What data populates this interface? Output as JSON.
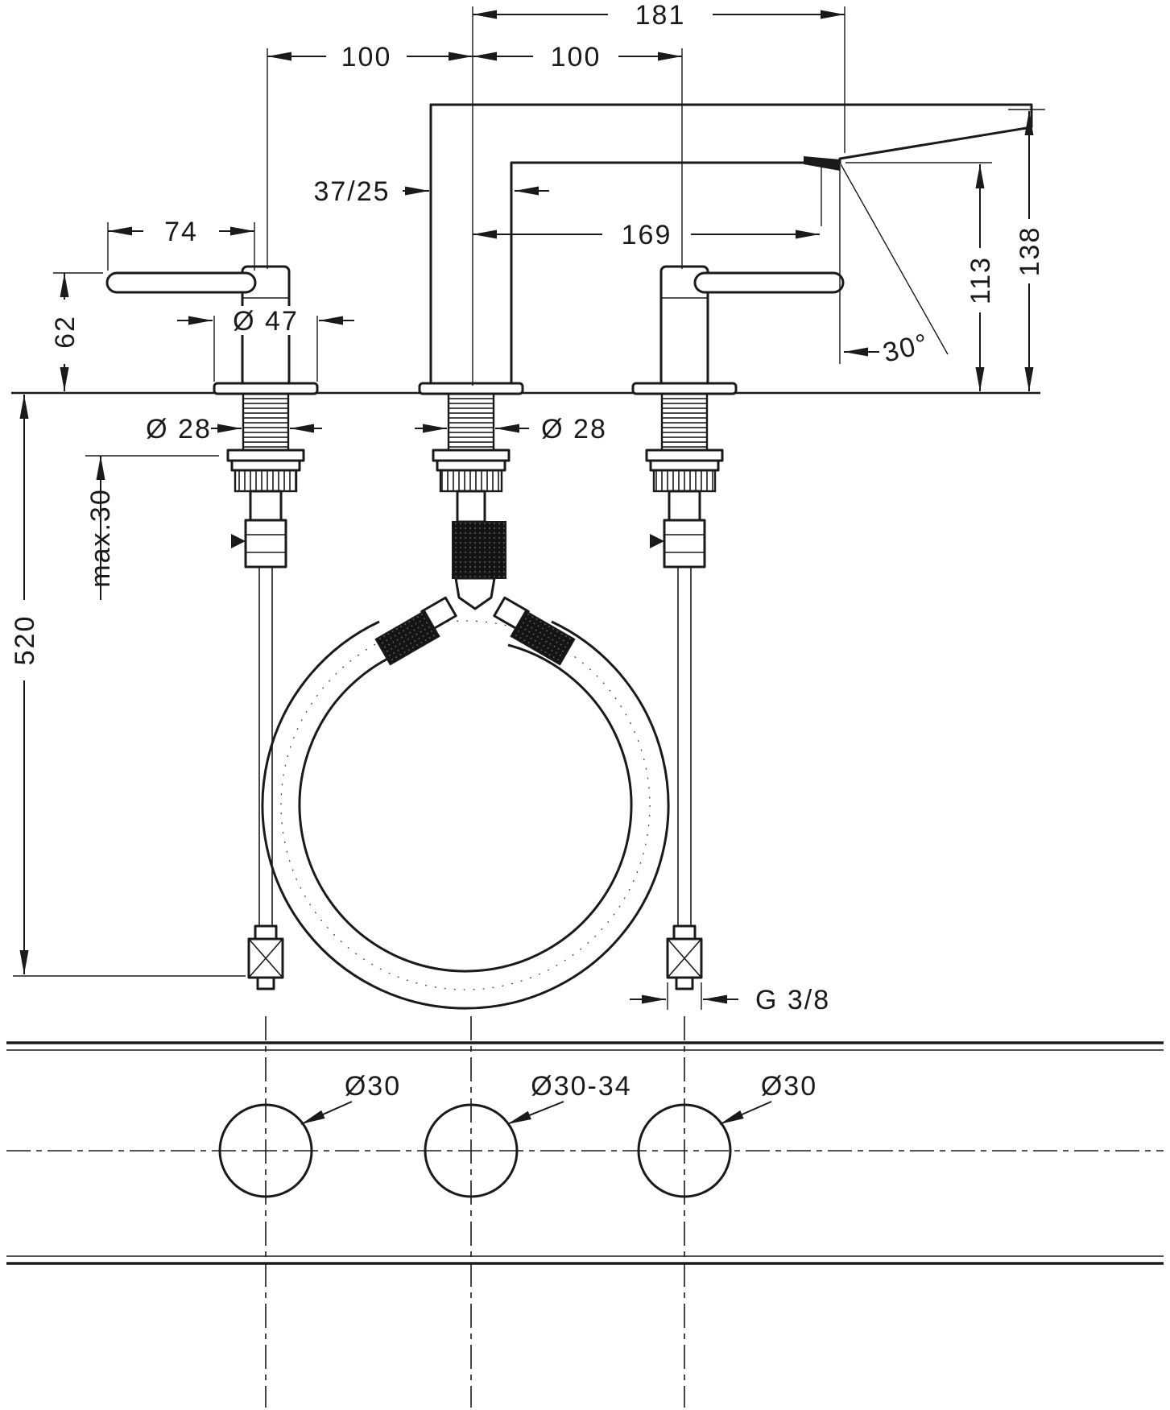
{
  "drawing": {
    "labels": {
      "spout_reach_total": "181",
      "spacing_left": "100",
      "spacing_right": "100",
      "handle_reach": "74",
      "handle_height": "62",
      "handle_diameter": "Ø 47",
      "spout_body": "37/25",
      "aerator_reach": "169",
      "aerator_height": "113",
      "spout_height_total": "138",
      "spray_angle": "30°",
      "shank_diameter_left": "Ø 28",
      "shank_diameter_center": "Ø 28",
      "max_deck_thickness": "max.30",
      "hose_length": "520",
      "connection_thread": "G 3/8",
      "hole_left": "Ø30",
      "hole_center": "Ø30-34",
      "hole_right": "Ø30"
    }
  }
}
